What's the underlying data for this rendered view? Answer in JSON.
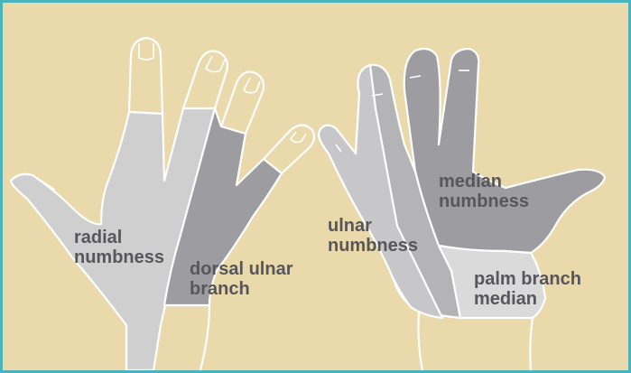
{
  "colors": {
    "border": "#4bb3bd",
    "background": "#ead9ab",
    "zone_light": "#cfcfd0",
    "zone_mid": "#b4b4b7",
    "zone_dark": "#9d9da1",
    "zone_palm": "#dadadb",
    "outline": "#ffffff",
    "label_text": "#57575b"
  },
  "labels": {
    "radial_1": "radial",
    "radial_2": "numbness",
    "dorsal_1": "dorsal ulnar",
    "dorsal_2": "branch",
    "ulnar_1": "ulnar",
    "ulnar_2": "numbness",
    "median_1": "median",
    "median_2": "numbness",
    "palm_1": "palm branch",
    "palm_2": "median"
  },
  "icons": {
    "left_hand": "hand-dorsal-icon",
    "right_hand": "hand-palmar-icon"
  }
}
